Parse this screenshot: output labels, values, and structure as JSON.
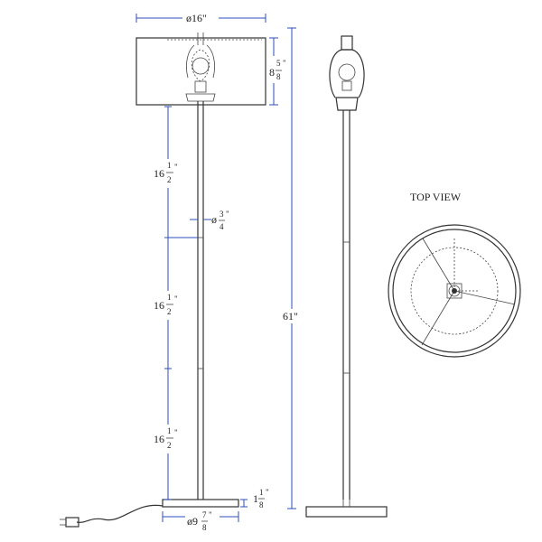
{
  "labels": {
    "shade_diameter": {
      "prefix": "ø16",
      "inch": "\""
    },
    "shade_height": {
      "whole": "8",
      "num": "5",
      "den": "8",
      "inch": "\""
    },
    "segment_top": {
      "whole": "16",
      "num": "1",
      "den": "2",
      "inch": "\""
    },
    "segment_mid": {
      "whole": "16",
      "num": "1",
      "den": "2",
      "inch": "\""
    },
    "segment_bot": {
      "whole": "16",
      "num": "1",
      "den": "2",
      "inch": "\""
    },
    "pole_diameter": {
      "prefix": "ø",
      "num": "3",
      "den": "4",
      "inch": "\""
    },
    "total_height": {
      "text": "61",
      "inch": "\""
    },
    "base_height": {
      "whole": "1",
      "num": "1",
      "den": "8",
      "inch": "\""
    },
    "base_diameter": {
      "prefix": "ø9",
      "num": "7",
      "den": "8",
      "inch": "\""
    },
    "top_view_title": "TOP VIEW"
  },
  "colors": {
    "dimension": "#2b4fb8",
    "line": "#333333"
  }
}
